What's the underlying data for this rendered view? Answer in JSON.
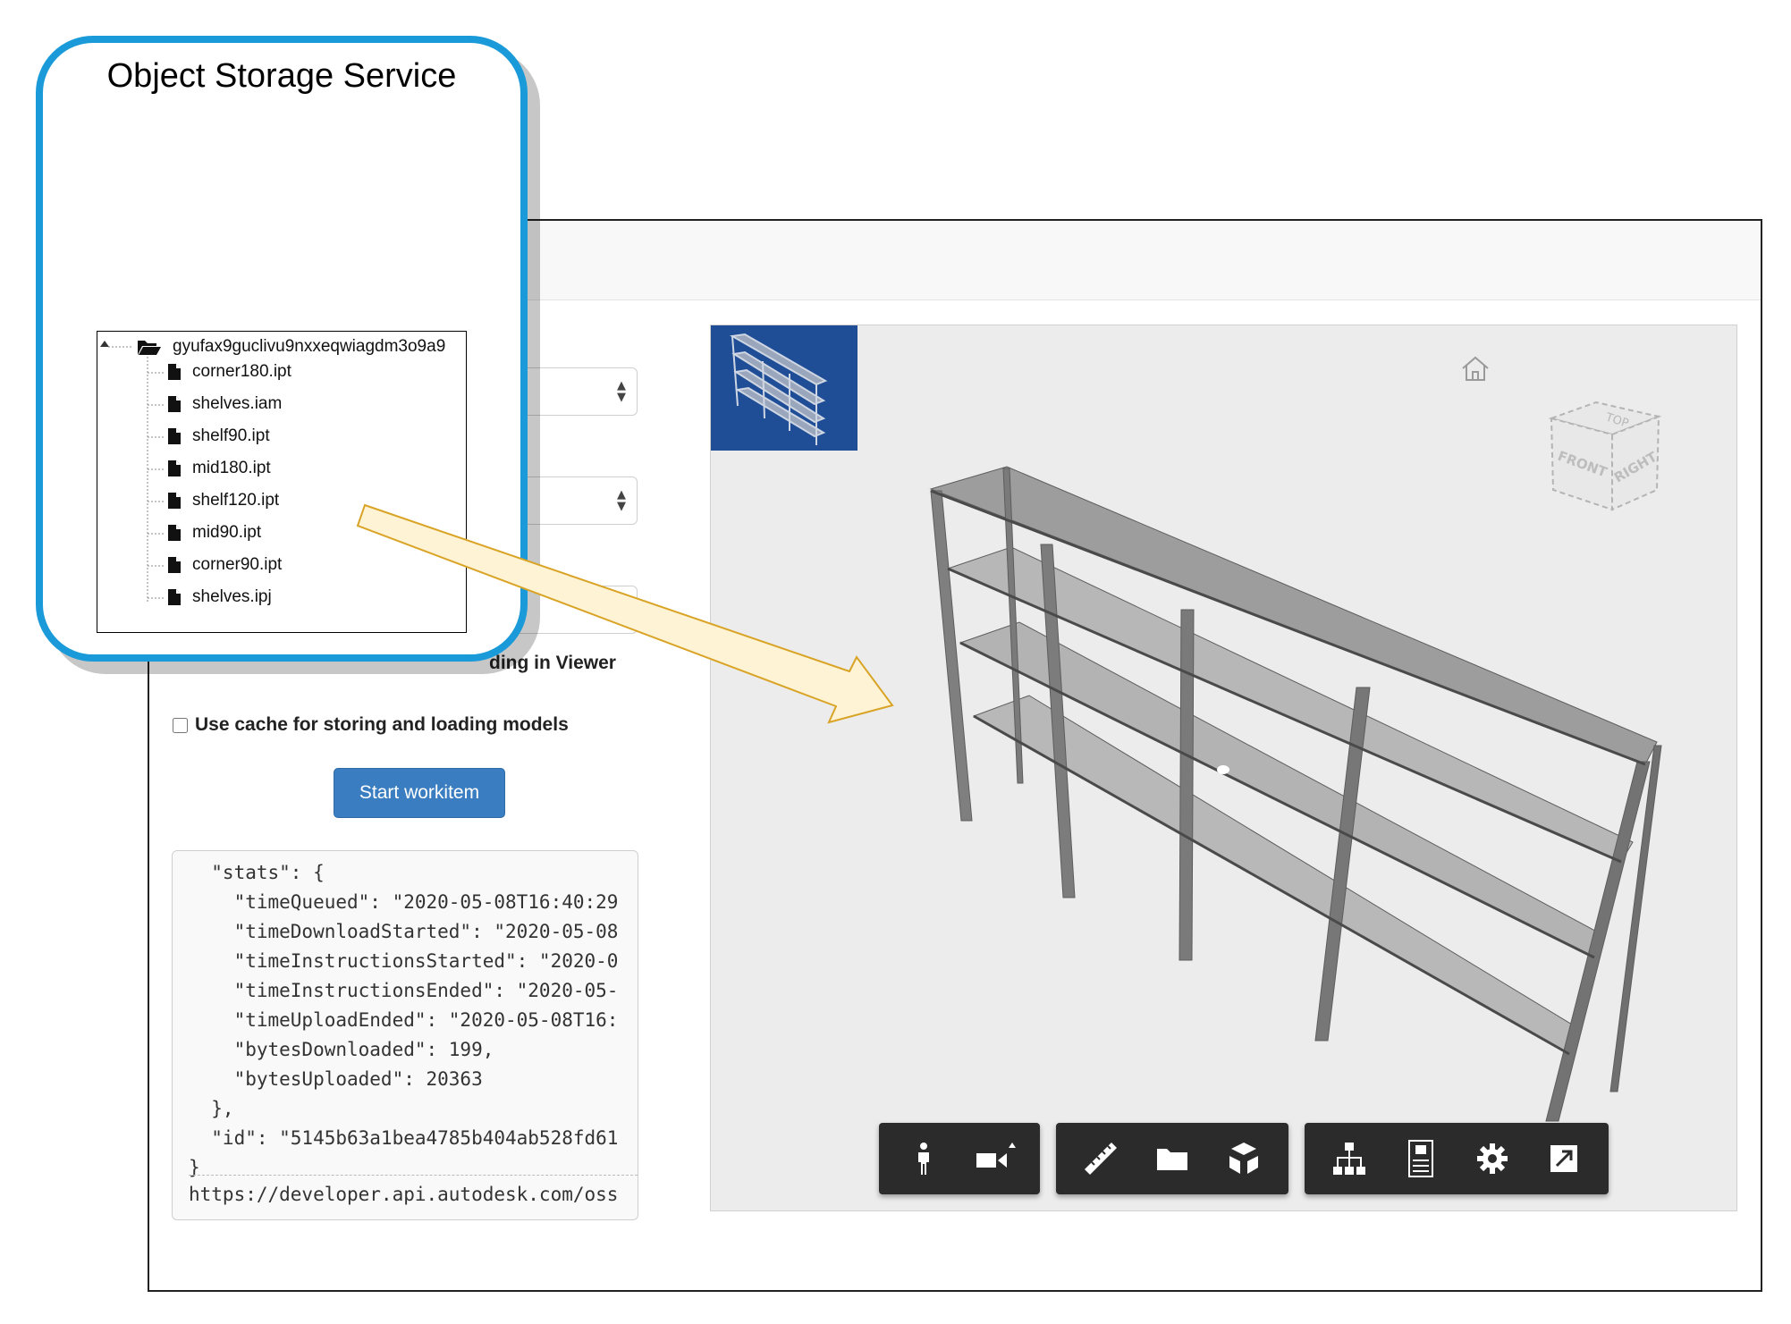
{
  "callout": {
    "title": "Object Storage Service",
    "bucket": "gyufax9guclivu9nxxeqwiagdm3o9a9",
    "files": [
      "corner180.ipt",
      "shelves.iam",
      "shelf90.ipt",
      "mid180.ipt",
      "shelf120.ipt",
      "mid90.ipt",
      "corner90.ipt",
      "shelves.ipj"
    ]
  },
  "form": {
    "viewer_option_label": "ding in Viewer",
    "cache_label": "Use cache for storing and loading models",
    "cache_checked": false,
    "start_button": "Start workitem"
  },
  "log": {
    "lines": [
      "  \"stats\": {",
      "    \"timeQueued\": \"2020-05-08T16:40:29",
      "    \"timeDownloadStarted\": \"2020-05-08",
      "    \"timeInstructionsStarted\": \"2020-0",
      "    \"timeInstructionsEnded\": \"2020-05-",
      "    \"timeUploadEnded\": \"2020-05-08T16:",
      "    \"bytesDownloaded\": 199,",
      "    \"bytesUploaded\": 20363",
      "  },",
      "  \"id\": \"5145b63a1bea4785b404ab528fd61",
      "}"
    ],
    "url": "https://developer.api.autodesk.com/oss"
  },
  "viewcube": {
    "top": "TOP",
    "front": "FRONT",
    "right": "RIGHT"
  },
  "toolbar": {
    "groups": [
      [
        "walk-icon",
        "camera-icon"
      ],
      [
        "measure-icon",
        "folder-icon",
        "explode-icon"
      ],
      [
        "model-browser-icon",
        "properties-icon",
        "settings-icon",
        "fullscreen-icon"
      ]
    ]
  },
  "colors": {
    "callout_border": "#1a9ad9",
    "button": "#3a7dc0",
    "arrow_fill": "#fff3d6",
    "arrow_stroke": "#d9a426",
    "toolbar_bg": "#2b2b2b"
  }
}
